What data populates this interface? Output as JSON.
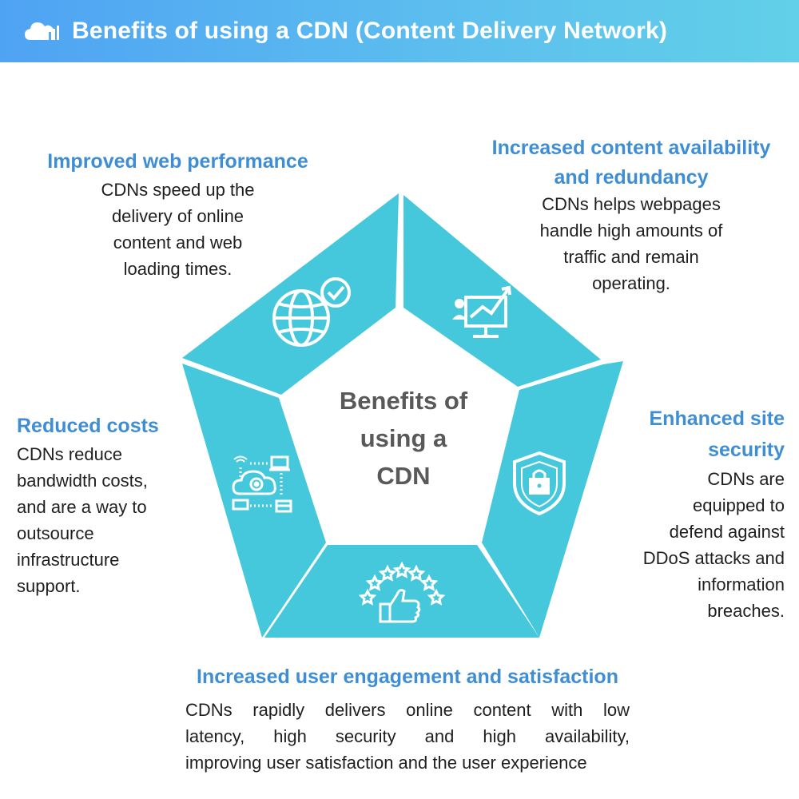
{
  "header": {
    "title": "Benefits of using a CDN (Content Delivery Network)",
    "icon": "cloud-chart-icon"
  },
  "center": {
    "lines": [
      "Benefits of",
      "using a",
      "CDN"
    ]
  },
  "colors": {
    "header_start": "#4fa3f3",
    "header_end": "#62d0e8",
    "segment": "#46c8dc",
    "heading": "#3f8ed4",
    "center_text": "#595959"
  },
  "benefits": [
    {
      "icon": "globe-check-icon",
      "heading": "Improved web performance",
      "body": [
        "CDNs speed up the",
        "delivery of online",
        "content and web",
        "loading times."
      ]
    },
    {
      "icon": "presentation-chart-icon",
      "heading": [
        "Increased content availability",
        "and redundancy"
      ],
      "body": [
        "CDNs helps webpages",
        "handle high amounts of",
        "traffic and remain",
        "operating."
      ]
    },
    {
      "icon": "shield-lock-icon",
      "heading": [
        "Enhanced site",
        "security"
      ],
      "body": [
        "CDNs are",
        "equipped to",
        "defend against",
        "DDoS attacks and",
        "information",
        "breaches."
      ]
    },
    {
      "icon": "thumbs-up-stars-icon",
      "heading": "Increased user engagement and satisfaction",
      "body": [
        "CDNs rapidly delivers online content with low",
        "latency, high security and high availability,",
        "improving user satisfaction and the user experience"
      ]
    },
    {
      "icon": "cloud-network-icon",
      "heading": "Reduced costs",
      "body": [
        "CDNs reduce",
        "bandwidth costs,",
        "and are a way to",
        "outsource",
        "infrastructure",
        "support."
      ]
    }
  ]
}
